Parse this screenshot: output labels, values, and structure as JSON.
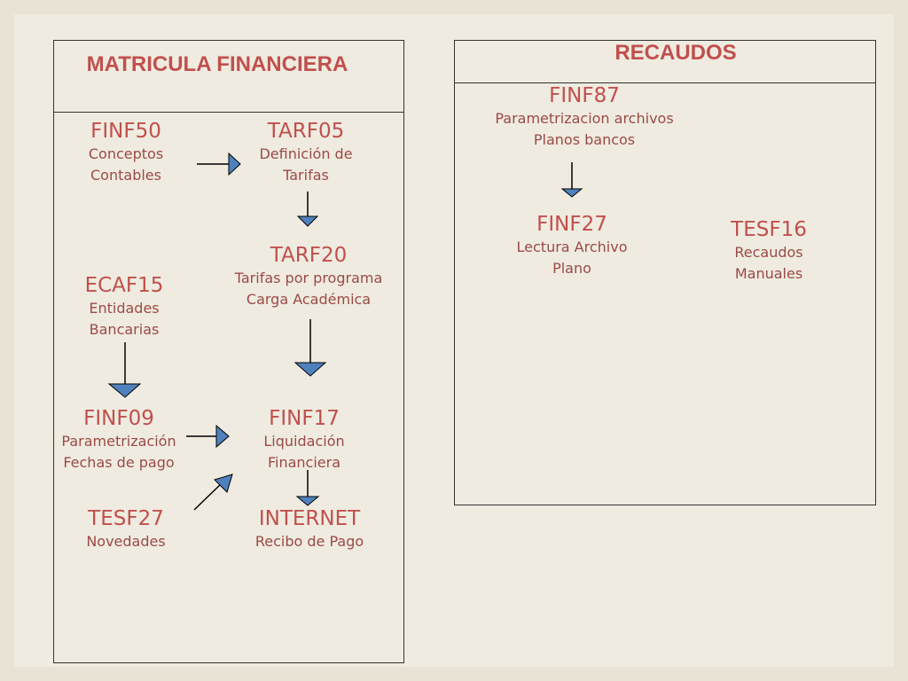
{
  "panels": {
    "matricula": {
      "title": "MATRICULA FINANCIERA"
    },
    "recaudos": {
      "title": "RECAUDOS"
    }
  },
  "nodes": {
    "finf50": {
      "code": "FINF50",
      "line1": "Conceptos",
      "line2": "Contables"
    },
    "tarf05": {
      "code": "TARF05",
      "line1": "Definición de",
      "line2": "Tarifas"
    },
    "tarf20": {
      "code": "TARF20",
      "line1": "Tarifas por programa",
      "line2": "Carga Académica"
    },
    "ecaf15": {
      "code": "ECAF15",
      "line1": "Entidades",
      "line2": "Bancarias"
    },
    "finf09": {
      "code": "FINF09",
      "line1": "Parametrización",
      "line2": "Fechas de pago"
    },
    "finf17": {
      "code": "FINF17",
      "line1": "Liquidación",
      "line2": "Financiera"
    },
    "tesf27": {
      "code": "TESF27",
      "line1": "Novedades"
    },
    "internet": {
      "code": "INTERNET",
      "line1": "Recibo de Pago"
    },
    "finf87": {
      "code": "FINF87",
      "line1": "Parametrizacion archivos",
      "line2": "Planos bancos"
    },
    "finf27": {
      "code": "FINF27",
      "line1": "Lectura Archivo",
      "line2": "Plano"
    },
    "tesf16": {
      "code": "TESF16",
      "line1": "Recaudos",
      "line2": "Manuales"
    }
  },
  "colors": {
    "title": "#c0504d",
    "node_code": "#c0504d",
    "node_desc": "#9b4a47",
    "arrow_fill": "#4f81bd",
    "line": "#000000"
  }
}
